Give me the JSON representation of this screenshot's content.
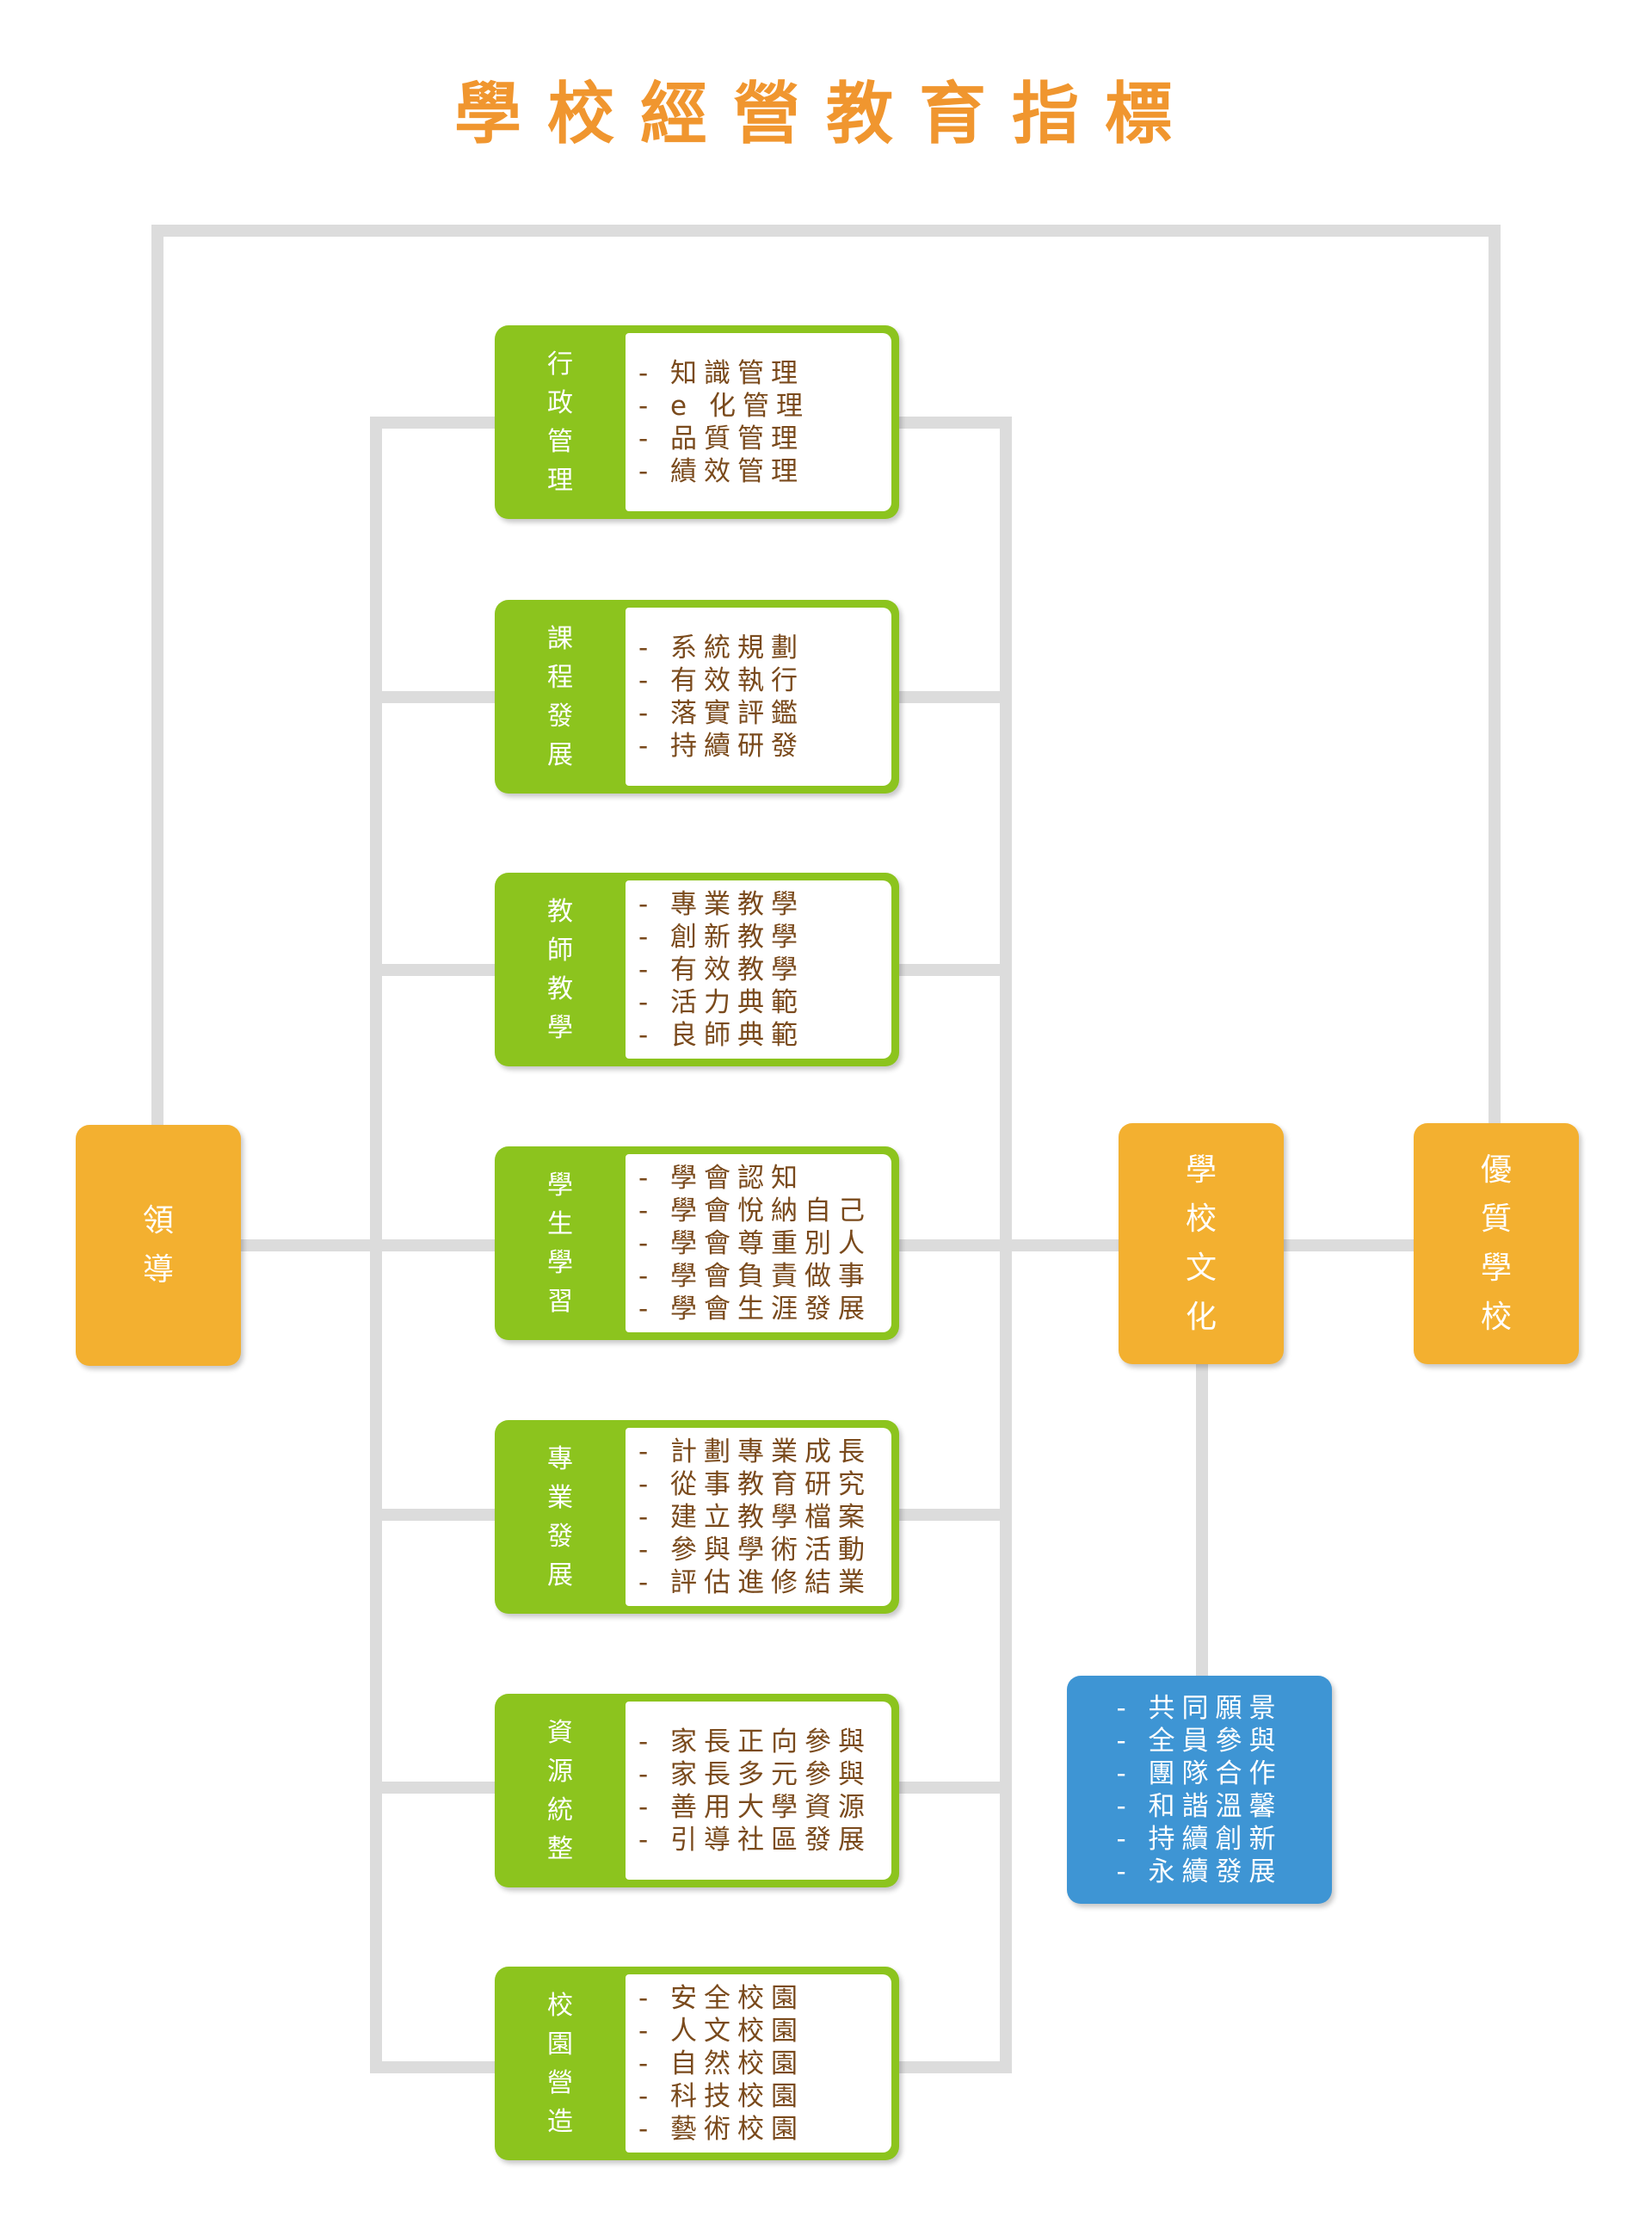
{
  "title": "學校經營教育指標",
  "leader": "領導",
  "culture": "學校文化",
  "quality": "優質學校",
  "categories": [
    {
      "label": "行政管理",
      "items": [
        "- 知識管理",
        "- e 化管理",
        "- 品質管理",
        "- 績效管理"
      ]
    },
    {
      "label": "課程發展",
      "items": [
        "- 系統規劃",
        "- 有效執行",
        "- 落實評鑑",
        "- 持續研發"
      ]
    },
    {
      "label": "教師教學",
      "items": [
        "- 專業教學",
        "- 創新教學",
        "- 有效教學",
        "- 活力典範",
        "- 良師典範"
      ]
    },
    {
      "label": "學生學習",
      "items": [
        "- 學會認知",
        "- 學會悅納自己",
        "- 學會尊重別人",
        "- 學會負責做事",
        "- 學會生涯發展"
      ]
    },
    {
      "label": "專業發展",
      "items": [
        "- 計劃專業成長",
        "- 從事教育研究",
        "- 建立教學檔案",
        "- 參與學術活動",
        "- 評估進修結業"
      ]
    },
    {
      "label": "資源統整",
      "items": [
        "- 家長正向參與",
        "- 家長多元參與",
        "- 善用大學資源",
        "- 引導社區發展"
      ]
    },
    {
      "label": "校園營造",
      "items": [
        "- 安全校園",
        "- 人文校園",
        "- 自然校園",
        "- 科技校園",
        "- 藝術校園"
      ]
    }
  ],
  "culture_items": [
    "- 共同願景",
    "- 全員參與",
    "- 團隊合作",
    "- 和諧溫馨",
    "- 持續創新",
    "- 永續發展"
  ],
  "colors": {
    "title": "#f0962f",
    "green": "#8cc41e",
    "orange": "#f3b030",
    "blue": "#3e95d4",
    "connector": "#dcdcdc",
    "item_text": "#7a4a1c"
  }
}
